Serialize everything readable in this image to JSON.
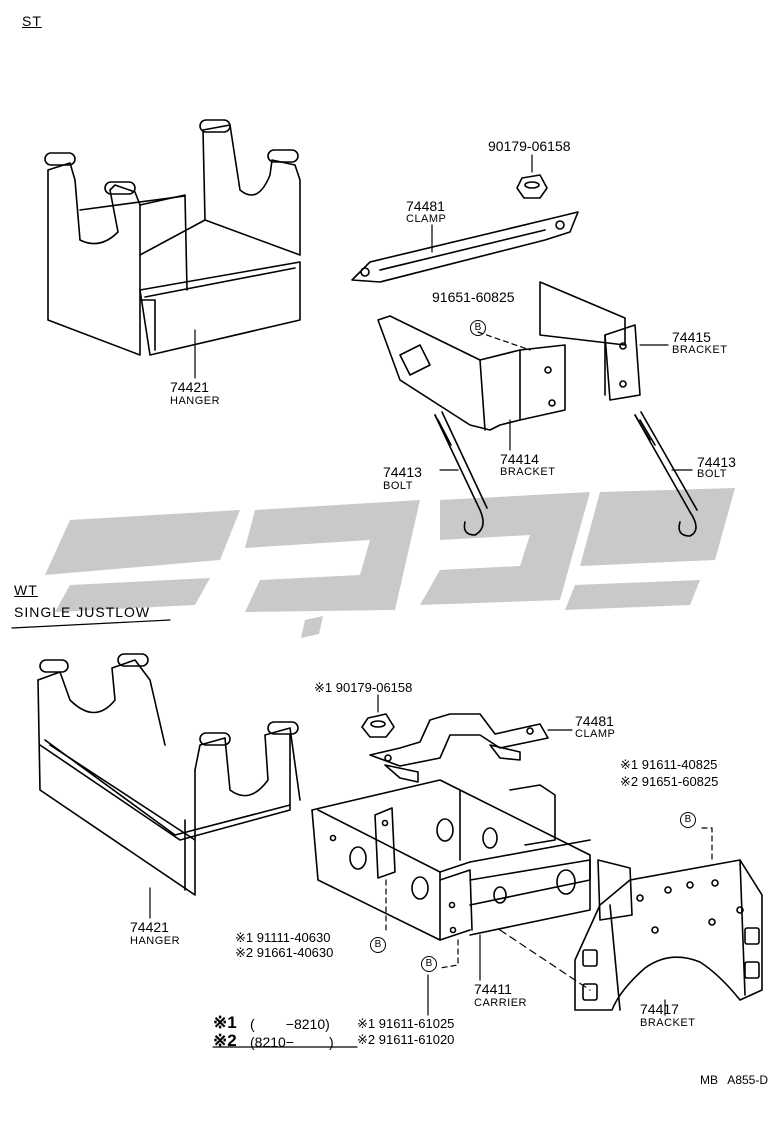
{
  "sections": {
    "st": "ST",
    "wt": "WT",
    "wt_sub": "SINGLE JUSTLOW"
  },
  "st_parts": {
    "nut": {
      "no": "90179-06158"
    },
    "clamp": {
      "no": "74481",
      "name": "CLAMP"
    },
    "bolt_b": {
      "no": "91651-60825",
      "mark": "B"
    },
    "bracket_74415": {
      "no": "74415",
      "name": "BRACKET"
    },
    "hanger": {
      "no": "74421",
      "name": "HANGER"
    },
    "bracket_74414": {
      "no": "74414",
      "name": "BRACKET"
    },
    "bolt_left": {
      "no": "74413",
      "name": "BOLT"
    },
    "bolt_right": {
      "no": "74413",
      "name": "BOLT"
    }
  },
  "wt_parts": {
    "nut": {
      "no": "※1 90179-06158"
    },
    "clamp": {
      "no": "74481",
      "name": "CLAMP"
    },
    "bolts_right": {
      "line1": "※1 91611-40825",
      "line2": "※2 91651-60825",
      "mark": "B"
    },
    "hanger": {
      "no": "74421",
      "name": "HANGER"
    },
    "bolts_left": {
      "line1": "※1 91111-40630",
      "line2": "※2 91661-40630",
      "mark": "B"
    },
    "bolt_mid_mark": "B",
    "carrier": {
      "no": "74411",
      "name": "CARRIER"
    },
    "bracket": {
      "no": "74417",
      "name": "BRACKET"
    },
    "bolts_bottom": {
      "line1": "※1 91611-61025",
      "line2": "※2 91611-61020"
    }
  },
  "legend": {
    "row1": {
      "key": "※1",
      "range": "(        −8210)"
    },
    "row2": {
      "key": "※2",
      "range": "(8210−         )"
    }
  },
  "reference": "MB   A855-D"
}
